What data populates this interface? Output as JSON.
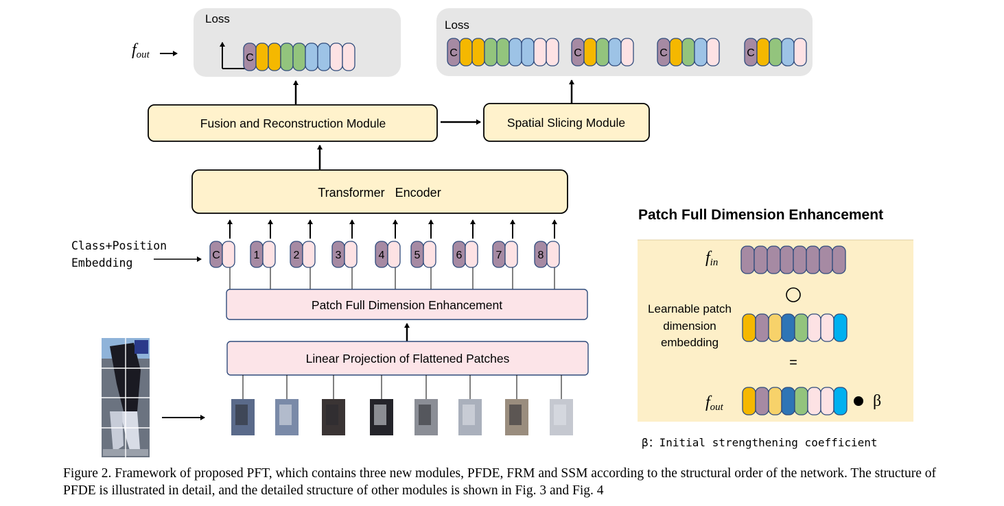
{
  "diagram": {
    "loss_left_label": "Loss",
    "loss_right_label": "Loss",
    "f_out_symbol": "f",
    "f_out_subscript": "out",
    "cls_token_label": "C",
    "frm_label": "Fusion and Reconstruction Module",
    "ssm_label": "Spatial Slicing Module",
    "encoder_label": "Transformer   Encoder",
    "embedding_label_line1": "Class+Position",
    "embedding_label_line2": "Embedding",
    "token_labels": [
      "C",
      "1",
      "2",
      "3",
      "4",
      "5",
      "6",
      "7",
      "8"
    ],
    "pfde_label": "Patch Full Dimension Enhancement",
    "linear_projection_label": "Linear Projection of Flattened Patches"
  },
  "pfde_detail": {
    "title": "Patch Full Dimension Enhancement",
    "f_in_symbol": "f",
    "f_in_subscript": "in",
    "hadamard_symbol": "○",
    "learnable_line1": "Learnable patch",
    "learnable_line2": "dimension",
    "learnable_line3": "embedding",
    "equals_symbol": "=",
    "f_out_symbol": "f",
    "f_out_subscript": "out",
    "dot_symbol": "●",
    "beta_symbol": "β",
    "beta_note": "β：Initial strengthening coefficient"
  },
  "colors": {
    "purple": "#a68aa3",
    "yellow": "#f5b800",
    "lightyellow": "#f7d26a",
    "green": "#93c47d",
    "blue": "#9dc3e6",
    "darkblue": "#2e75b6",
    "pink": "#fde2e4",
    "cyan": "#00b0f0",
    "cream": "#fff2cc",
    "panel": "#fdefc8",
    "pinkbox": "#fce4e8",
    "gray": "#e6e6e6",
    "stroke": "#2f4b7c"
  },
  "caption": "Figure 2. Framework of proposed PFT, which contains three new modules, PFDE, FRM and SSM according to the structural order of the network. The structure of PFDE is illustrated in detail, and the detailed structure of other modules is shown in Fig. 3 and Fig. 4"
}
